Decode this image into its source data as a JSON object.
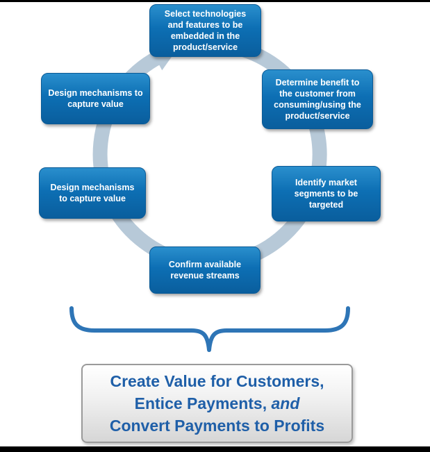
{
  "diagram": {
    "colors": {
      "step_box_blue": "#0d6fb4",
      "ring_gray_blue": "#b7c9d8",
      "brace_blue": "#2e75b6",
      "summary_text_blue": "#1f5fa8"
    },
    "cycle_steps": [
      {
        "id": "select-technologies",
        "label": "Select technologies and features to be embedded in the product/service"
      },
      {
        "id": "determine-benefit",
        "label": "Determine benefit to the customer from consuming/using the product/service"
      },
      {
        "id": "identify-segments",
        "label": "Identify market segments to be targeted"
      },
      {
        "id": "confirm-revenue",
        "label": "Confirm available revenue streams"
      },
      {
        "id": "design-mechanisms-lower",
        "label": "Design mechanisms to capture value"
      },
      {
        "id": "design-mechanisms-upper",
        "label": "Design mechanisms to capture value"
      }
    ],
    "summary": {
      "line1": "Create Value for Customers,",
      "line2_normal": "Entice Payments, ",
      "line2_italic": "and",
      "line3": "Convert Payments to Profits"
    }
  }
}
